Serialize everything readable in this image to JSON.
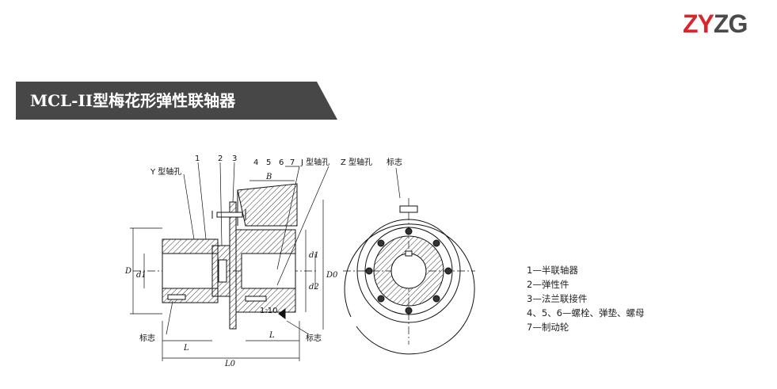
{
  "logo": {
    "text_zy": "ZY",
    "text_zg": "ZG"
  },
  "banner": {
    "title": "MCL-II型梅花形弹性联轴器",
    "bg_color": "#474747",
    "text_color": "#ffffff"
  },
  "legend": [
    "1—半联轴器",
    "2—弹性件",
    "3—法兰联接件",
    "4、5、6—螺栓、弹垫、螺母",
    "7—制动轮"
  ],
  "drawing": {
    "part_numbers": [
      "1",
      "2",
      "3",
      "4",
      "5",
      "6",
      "7"
    ],
    "labels": {
      "y_bore": "Y 型轴孔",
      "j_bore": "J 型轴孔",
      "z_bore": "Z 型轴孔",
      "mark_top": "标志",
      "mark_left": "标志",
      "mark_right": "标志"
    },
    "dims": {
      "B": "B",
      "D": "D",
      "d1_left": "d1",
      "d1_right": "d1",
      "d2": "d2",
      "D0": "D0",
      "L_left": "L",
      "L_right": "L",
      "L0": "L0",
      "taper": "1:10"
    }
  }
}
